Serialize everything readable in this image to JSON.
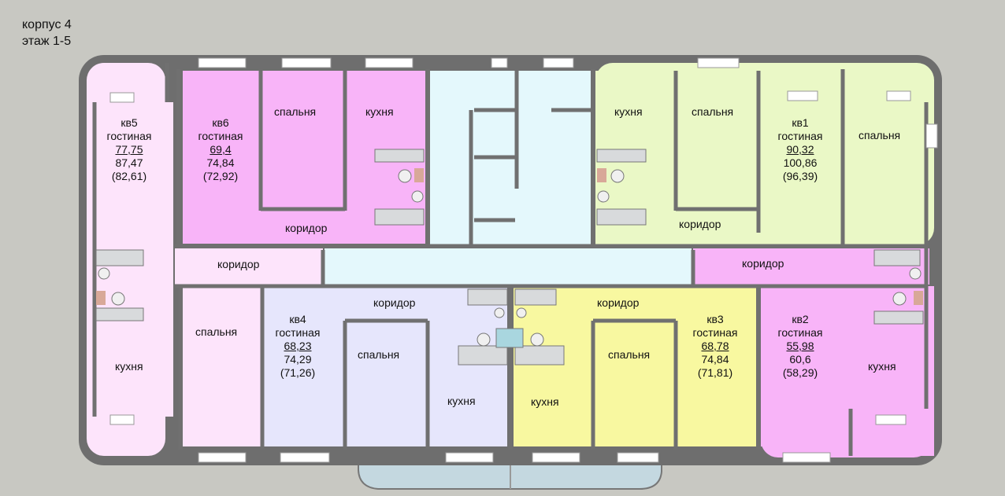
{
  "header": {
    "building": "корпус 4",
    "floors": "этаж 1-5"
  },
  "apartments": [
    {
      "id": "kv5",
      "name": "кв5",
      "room": "гостиная",
      "living": "77,75",
      "total": "87,47",
      "alt": "(82,61)",
      "color": "#fde4fb"
    },
    {
      "id": "kv6",
      "name": "кв6",
      "room": "гостиная",
      "living": "69,4",
      "total": "74,84",
      "alt": "(72,92)",
      "color": "#f8b4f8"
    },
    {
      "id": "kv1",
      "name": "кв1",
      "room": "гостиная",
      "living": "90,32",
      "total": "100,86",
      "alt": "(96,39)",
      "color": "#eaf8c6"
    },
    {
      "id": "kv4",
      "name": "кв4",
      "room": "гостиная",
      "living": "68,23",
      "total": "74,29",
      "alt": "(71,26)",
      "color": "#e6e6fc"
    },
    {
      "id": "kv3",
      "name": "кв3",
      "room": "гостиная",
      "living": "68,78",
      "total": "74,84",
      "alt": "(71,81)",
      "color": "#f8f8a0"
    },
    {
      "id": "kv2",
      "name": "кв2",
      "room": "гостиная",
      "living": "55,98",
      "total": "60,6",
      "alt": "(58,29)",
      "color": "#f8b4f8"
    }
  ],
  "rooms": {
    "bedroom": "спальня",
    "kitchen": "кухня",
    "corridor": "коридор"
  },
  "colors": {
    "stair": "#e4f8fc",
    "wall": "#707070",
    "balcony": "#c4d8e0"
  }
}
